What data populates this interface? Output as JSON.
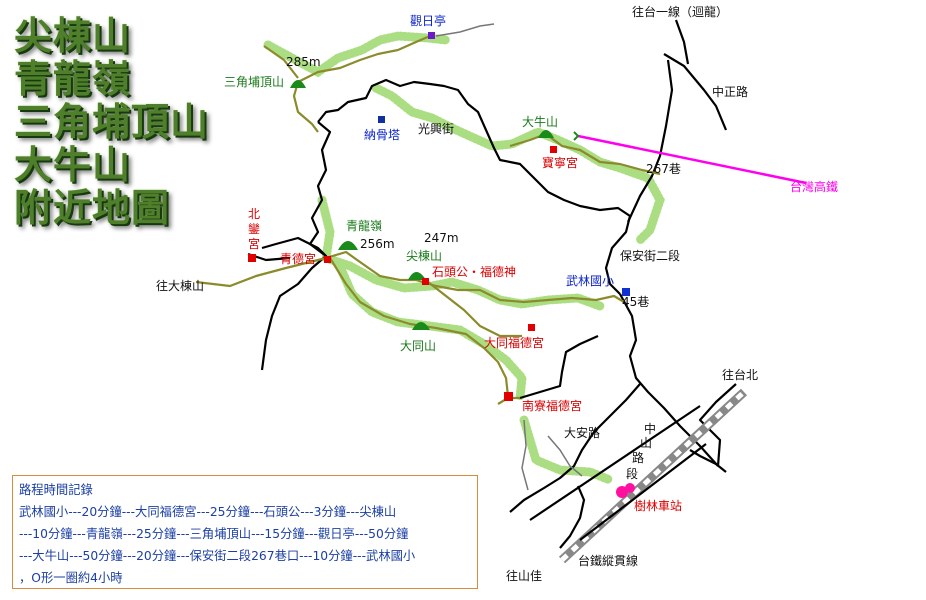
{
  "title_lines": [
    "尖棟山",
    "青龍嶺",
    "三角埔頂山",
    "大牛山",
    "附近地圖"
  ],
  "places": {
    "guanri_pavilion": "觀日亭",
    "elev_285": "285m",
    "sanjiaopu": "三角埔頂山",
    "nagu_tower": "納骨塔",
    "guangxing_st": "光興街",
    "daniu": "大牛山",
    "baoning_temple": "寶寧宮",
    "lane_267": "267巷",
    "hsr": "台灣高鐵",
    "to_taiyi": "往台一線（迴龍）",
    "zhongzheng_rd": "中正路",
    "beiluan_temple": [
      "北",
      "鑾",
      "宮"
    ],
    "qinglong": "青龍嶺",
    "elev_256": "256m",
    "elev_247": "247m",
    "jiandong": "尖棟山",
    "shitougong": "石頭公・福德神",
    "qingde_temple": "青德宮",
    "to_dadong": "往大棟山",
    "baoan_st2": "保安街二段",
    "wulin_school": "武林國小",
    "lane_45": "45巷",
    "datong_mtn": "大同山",
    "datong_temple": "大同福德宮",
    "nanliao_temple": "南寮福德宮",
    "to_taipei": "往台北",
    "daan_rd": "大安路",
    "zhongshan_rd": [
      "中",
      "山",
      "路"
    ],
    "duan": "段",
    "shulin_station": "樹林車站",
    "rail_line": "台鐵縱貫線",
    "to_shanjia": "往山佳"
  },
  "route_log": {
    "title": "路程時間記錄",
    "lines": [
      "武林國小---20分鐘---大同福德宮---25分鐘---石頭公---3分鐘---尖棟山",
      "---10分鐘---青龍嶺---25分鐘---三角埔頂山---15分鐘---觀日亭---50分鐘",
      "---大牛山---50分鐘---20分鐘---保安街二段267巷口---10分鐘---武林國小",
      "，O形一圈約4小時"
    ]
  },
  "colors": {
    "trail": "#8a8a2a",
    "road": "#000000",
    "hsr": "#ff00ee",
    "temple": "#e00000",
    "school": "#1030d0",
    "mountain": "#1a8a1a",
    "forest_dots": "#7ac943"
  }
}
